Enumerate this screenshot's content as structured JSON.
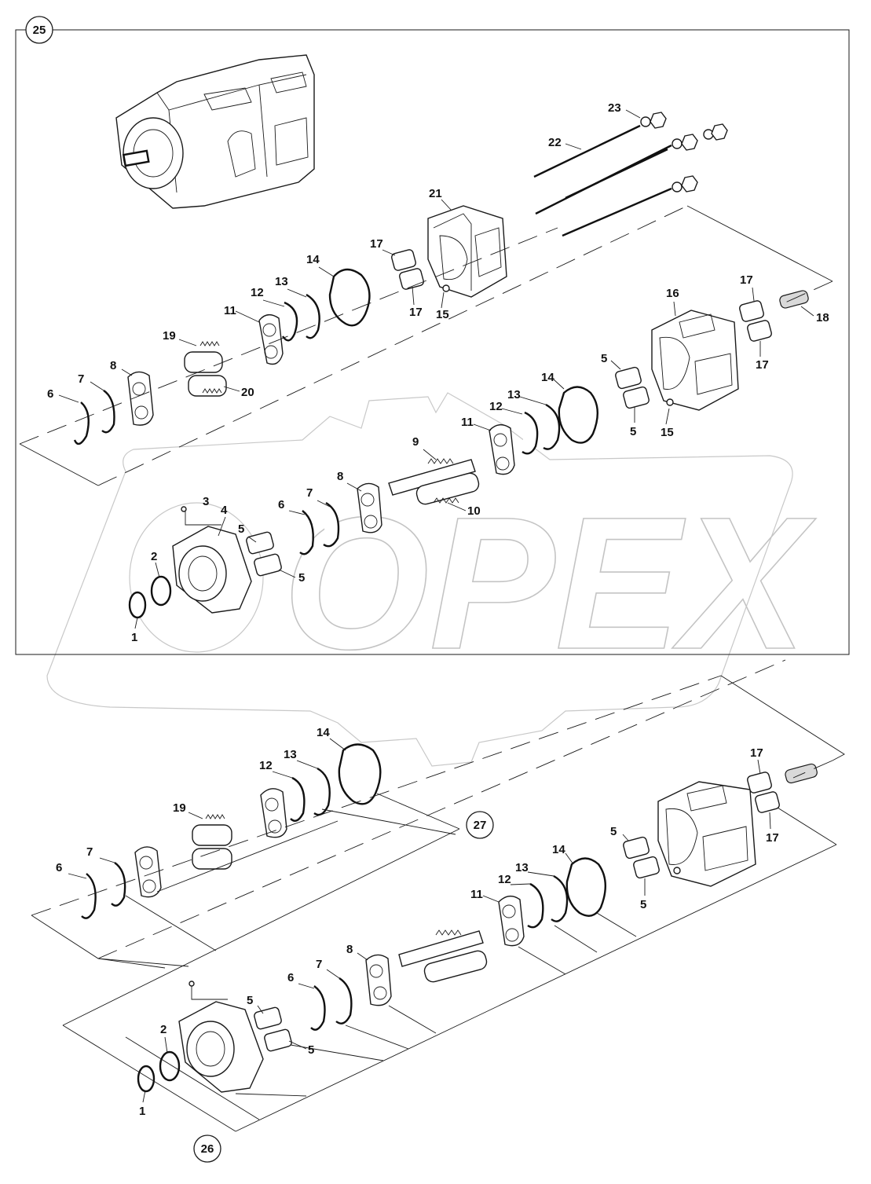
{
  "diagram": {
    "assembly_callouts": {
      "upper_group": "25",
      "lower_group_a": "26",
      "lower_group_b": "27"
    },
    "watermark_text": "OPEX",
    "upper_labels": [
      "1",
      "2",
      "3",
      "4",
      "5",
      "5",
      "6",
      "7",
      "8",
      "9",
      "10",
      "11",
      "12",
      "13",
      "14",
      "17",
      "17",
      "15",
      "19",
      "20",
      "21",
      "22",
      "23",
      "11",
      "12",
      "13",
      "14",
      "16",
      "17",
      "17",
      "18",
      "5",
      "5",
      "15",
      "6",
      "7",
      "8"
    ],
    "lower_labels": [
      "14",
      "12",
      "13",
      "19",
      "7",
      "6",
      "11",
      "12",
      "13",
      "14",
      "17",
      "17",
      "5",
      "5",
      "8",
      "7",
      "6",
      "5",
      "5",
      "2",
      "1"
    ],
    "colors": {
      "line": "#1a1a1a",
      "watermark": "#c8c8c8",
      "background": "#ffffff"
    }
  }
}
